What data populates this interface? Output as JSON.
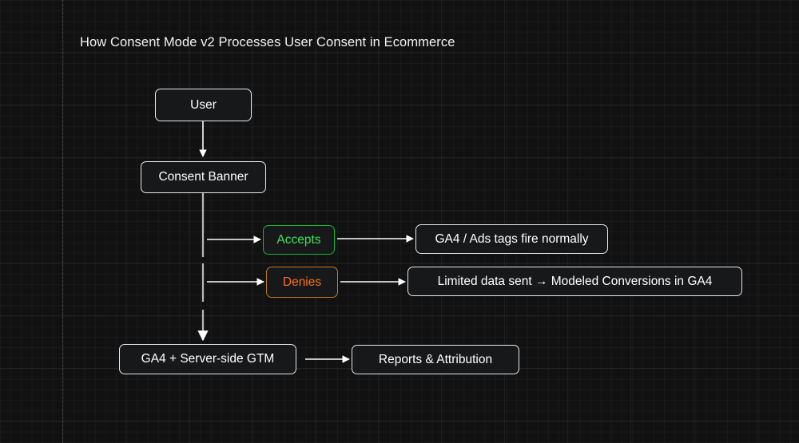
{
  "diagram": {
    "title": "How Consent Mode v2 Processes User Consent in Ecommerce",
    "theme": {
      "background": "#111112",
      "grid_line": "#232325",
      "node_fill": "#17181a",
      "node_border": "#e8e8e8",
      "node_text": "#ffffff",
      "accept_color": "#3ee05a",
      "accept_border": "#19b832",
      "deny_color": "#f97316",
      "deny_border": "#c07a22",
      "edge_color": "#ffffff"
    },
    "nodes": [
      {
        "id": "user",
        "label": "User",
        "style": "default"
      },
      {
        "id": "banner",
        "label": "Consent Banner",
        "style": "default"
      },
      {
        "id": "accepts",
        "label": "Accepts",
        "style": "accept"
      },
      {
        "id": "denies",
        "label": "Denies",
        "style": "deny"
      },
      {
        "id": "tags_fire",
        "label": "GA4 / Ads tags fire normally",
        "style": "default"
      },
      {
        "id": "limited",
        "label": "Limited data sent → Modeled Conversions in GA4",
        "style": "default"
      },
      {
        "id": "gtm",
        "label": "GA4 + Server-side GTM",
        "style": "default"
      },
      {
        "id": "reports",
        "label": "Reports & Attribution",
        "style": "default"
      }
    ],
    "edges": [
      {
        "from": "user",
        "to": "banner",
        "direction": "down"
      },
      {
        "from": "banner",
        "to": "accepts",
        "direction": "right"
      },
      {
        "from": "banner",
        "to": "denies",
        "direction": "right"
      },
      {
        "from": "banner",
        "to": "gtm",
        "direction": "down"
      },
      {
        "from": "accepts",
        "to": "tags_fire",
        "direction": "right"
      },
      {
        "from": "denies",
        "to": "limited",
        "direction": "right"
      },
      {
        "from": "gtm",
        "to": "reports",
        "direction": "right"
      }
    ]
  }
}
